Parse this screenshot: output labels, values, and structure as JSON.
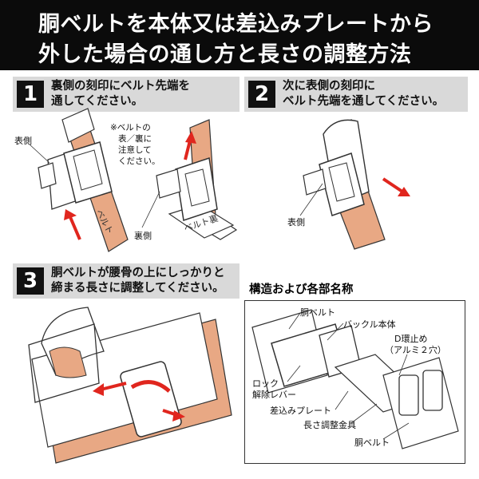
{
  "header": {
    "line1": "胴ベルトを本体又は差込みプレートから",
    "line2": "外した場合の通し方と長さの調整方法"
  },
  "step1": {
    "number": "1",
    "line1": "裏側の刻印にベルト先端を",
    "line2": "通してください。",
    "label_front": "表側",
    "label_back": "裏側",
    "note": [
      "※ベルトの",
      "表／裏に",
      "注意して",
      "ください。"
    ],
    "belt_text1": "ベルト",
    "belt_text2": "ベルト裏"
  },
  "step2": {
    "number": "2",
    "line1": "次に表側の刻印に",
    "line2": "ベルト先端を通してください。",
    "label_front": "表側"
  },
  "step3": {
    "number": "3",
    "line1": "胴ベルトが腰骨の上にしっかりと",
    "line2": "締まる長さに調整してください。"
  },
  "parts": {
    "title": "構造および各部名称",
    "labels": {
      "belt_top": "胴ベルト",
      "buckle": "バックル本体",
      "d_ring1": "D環止め",
      "d_ring2": "（アルミ２穴）",
      "lock1": "ロック",
      "lock2": "解除レバー",
      "plate": "差込みプレート",
      "adjuster": "長さ調整金具",
      "belt_bottom": "胴ベルト"
    }
  },
  "colors": {
    "header_bg": "#0b0b0b",
    "step_bg": "#d9d9d9",
    "belt": "#e8a884",
    "arrow": "#e0261e"
  }
}
